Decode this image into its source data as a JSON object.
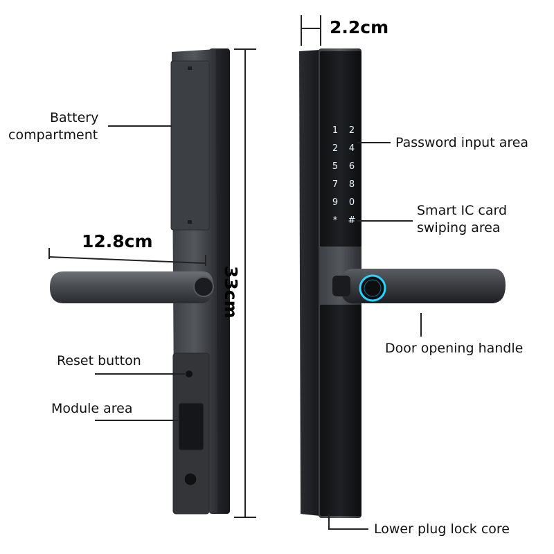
{
  "dimensions": {
    "thickness": "2.2cm",
    "handle_length": "12.8cm",
    "height": "33cm"
  },
  "labels": {
    "battery_line1": "Battery",
    "battery_line2": "compartment",
    "reset": "Reset button",
    "module": "Module area",
    "password": "Password input area",
    "card_line1": "Smart IC card",
    "card_line2": "swiping area",
    "handle": "Door opening handle",
    "lower_core": "Lower plug lock core"
  },
  "keypad": [
    "1",
    "2",
    "2",
    "4",
    "5",
    "6",
    "7",
    "8",
    "9",
    "0",
    "*",
    "#"
  ],
  "colors": {
    "fingerprint_ring": "#2bd3ff",
    "body_dark": "#202226",
    "body_grey": "#4a4d52"
  }
}
